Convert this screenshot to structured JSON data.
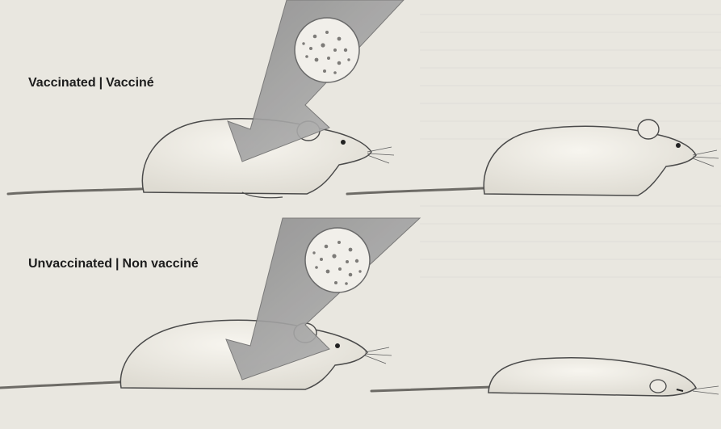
{
  "labels": {
    "vaccinated_en": "Vaccinated",
    "vaccinated_fr": "Vacciné",
    "unvaccinated_en": "Unvaccinated",
    "unvaccinated_fr": "Non vacciné",
    "separator": "|"
  },
  "colors": {
    "background": "#e9e7e0",
    "arrow": "#a9a9a9",
    "mouse_body": "#f1efe9",
    "outline": "#4a4a4a"
  }
}
